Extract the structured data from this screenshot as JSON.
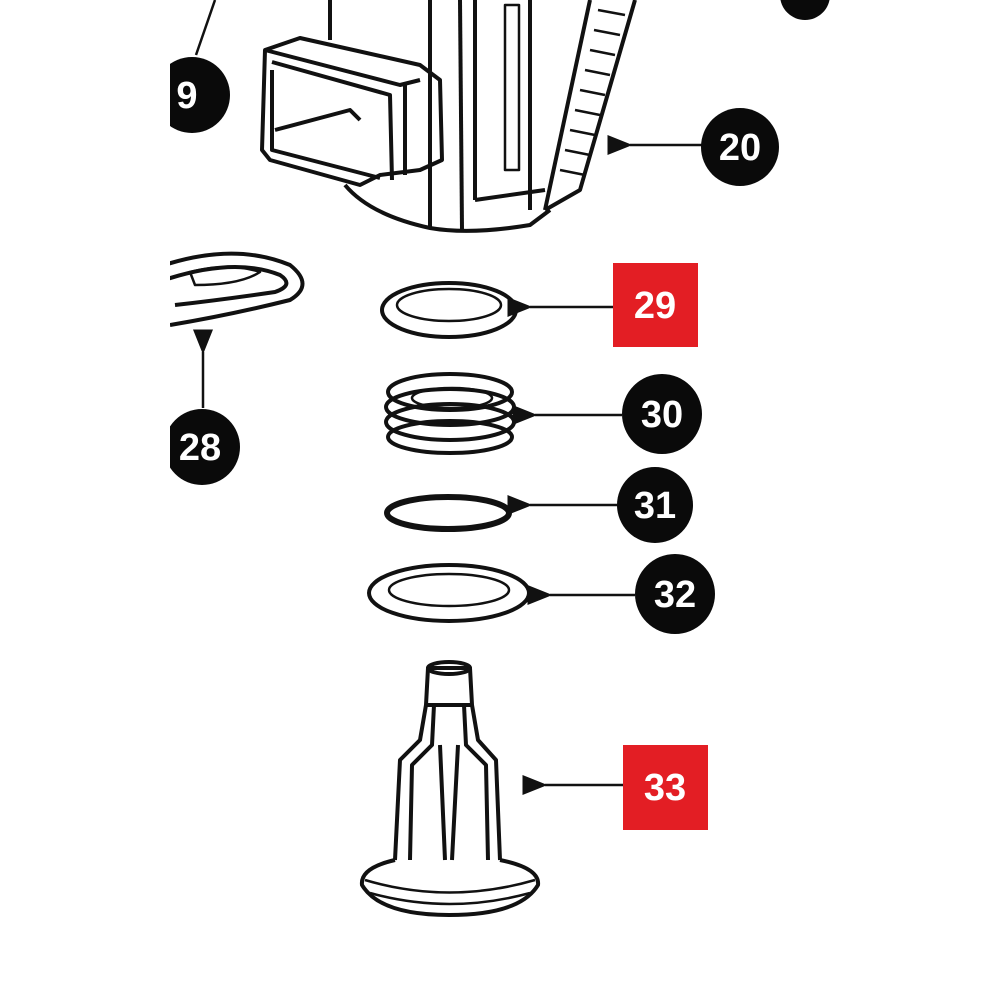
{
  "diagram": {
    "callouts": [
      {
        "id": "19",
        "text": "9",
        "style": "circle"
      },
      {
        "id": "20",
        "text": "20",
        "style": "circle"
      },
      {
        "id": "28",
        "text": "28",
        "style": "circle"
      },
      {
        "id": "29",
        "text": "29",
        "style": "highlighted"
      },
      {
        "id": "30",
        "text": "30",
        "style": "circle"
      },
      {
        "id": "31",
        "text": "31",
        "style": "circle"
      },
      {
        "id": "32",
        "text": "32",
        "style": "circle"
      },
      {
        "id": "33",
        "text": "33",
        "style": "highlighted"
      }
    ],
    "colors": {
      "circle": "#0a0a0a",
      "highlight": "#e31e24",
      "line": "#111111"
    }
  }
}
